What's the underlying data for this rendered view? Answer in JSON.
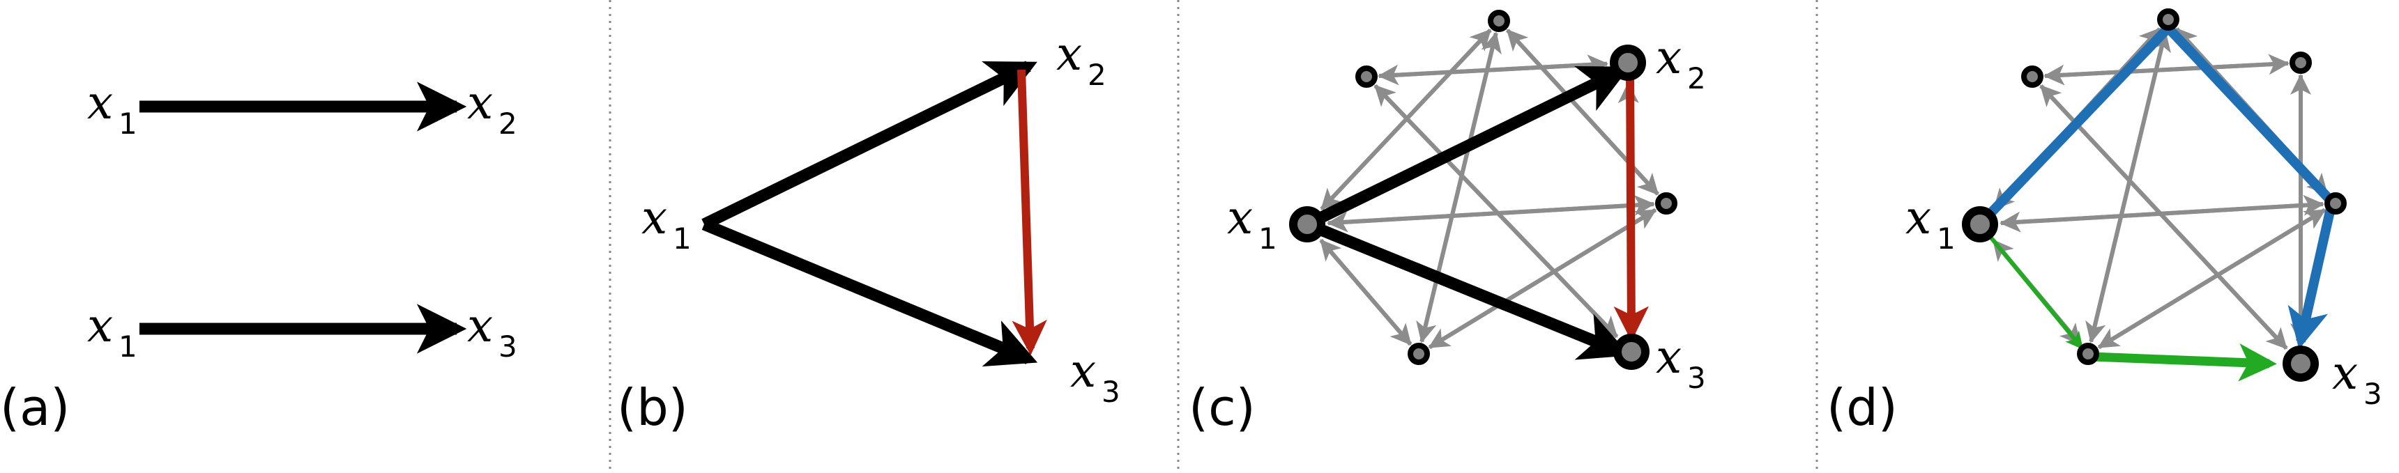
{
  "panels": [
    {
      "id": "a",
      "label": "(a)"
    },
    {
      "id": "b",
      "label": "(b)"
    },
    {
      "id": "c",
      "label": "(c)"
    },
    {
      "id": "d",
      "label": "(d)"
    }
  ],
  "variables": {
    "x1": {
      "symbol": "x",
      "sub": "1"
    },
    "x2": {
      "symbol": "x",
      "sub": "2"
    },
    "x3": {
      "symbol": "x",
      "sub": "3"
    }
  },
  "colors": {
    "edge": "#000000",
    "background_edge": "#8c8c8c",
    "node_fill": "#808080",
    "red": "#b22010",
    "blue": "#1f6fb5",
    "green": "#22aa22",
    "divider": "#888888"
  }
}
